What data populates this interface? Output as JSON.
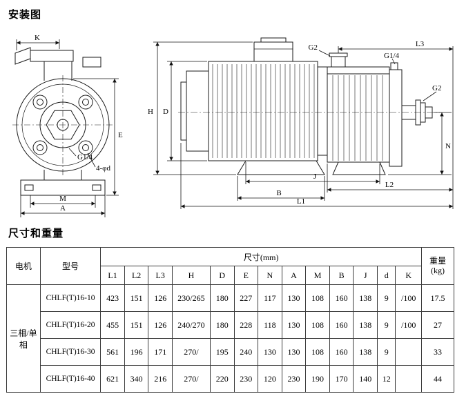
{
  "page": {
    "install_title": "安装图",
    "dims_title": "尺寸和重量"
  },
  "diagram": {
    "front": {
      "k": "K",
      "e": "E",
      "m": "M",
      "a": "A",
      "port": "G1/4",
      "holes": "4-φd"
    },
    "side": {
      "h": "H",
      "d": "D",
      "g2_top": "G2",
      "l3": "L3",
      "g14": "G1/4",
      "g2_right": "G2",
      "n": "N",
      "j": "J",
      "l2": "L2",
      "b": "B",
      "l1": "L1"
    }
  },
  "table": {
    "motor_header": "电机",
    "model_header": "型号",
    "dims_header": "尺寸(mm)",
    "weight_header_line1": "重量",
    "weight_header_line2": "(kg)",
    "dim_cols": [
      "L1",
      "L2",
      "L3",
      "H",
      "D",
      "E",
      "N",
      "A",
      "M",
      "B",
      "J",
      "d",
      "K"
    ],
    "motor_label": "三相/单相",
    "rows": [
      {
        "model": "CHLF(T)16-10",
        "values": [
          "423",
          "151",
          "126",
          "230/265",
          "180",
          "227",
          "117",
          "130",
          "108",
          "160",
          "138",
          "9",
          "/100"
        ],
        "weight": "17.5"
      },
      {
        "model": "CHLF(T)16-20",
        "values": [
          "455",
          "151",
          "126",
          "240/270",
          "180",
          "228",
          "118",
          "130",
          "108",
          "160",
          "138",
          "9",
          "/100"
        ],
        "weight": "27"
      },
      {
        "model": "CHLF(T)16-30",
        "values": [
          "561",
          "196",
          "171",
          "270/",
          "195",
          "240",
          "130",
          "130",
          "108",
          "160",
          "138",
          "9",
          ""
        ],
        "weight": "33"
      },
      {
        "model": "CHLF(T)16-40",
        "values": [
          "621",
          "340",
          "216",
          "270/",
          "220",
          "230",
          "120",
          "230",
          "190",
          "170",
          "140",
          "12",
          ""
        ],
        "weight": "44"
      }
    ]
  }
}
